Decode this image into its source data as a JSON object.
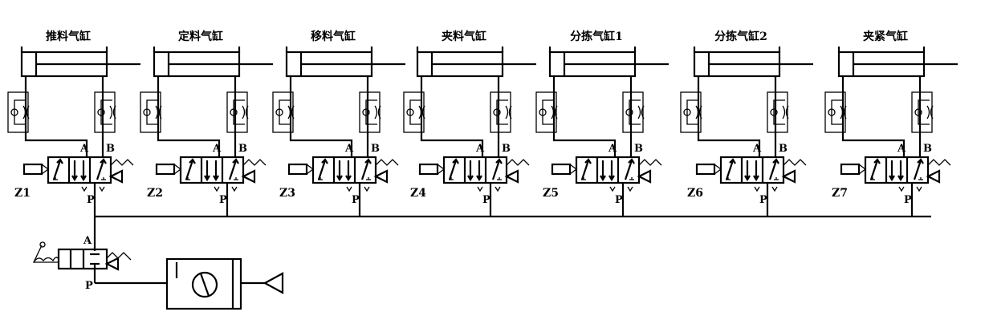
{
  "units": [
    {
      "cylinder": "推料气缸",
      "valve": "Z1"
    },
    {
      "cylinder": "定料气缸",
      "valve": "Z2"
    },
    {
      "cylinder": "移料气缸",
      "valve": "Z3"
    },
    {
      "cylinder": "夹料气缸",
      "valve": "Z4"
    },
    {
      "cylinder": "分拣气缸1",
      "valve": "Z5"
    },
    {
      "cylinder": "分拣气缸2",
      "valve": "Z6"
    },
    {
      "cylinder": "夹紧气缸",
      "valve": "Z7"
    }
  ],
  "port_labels": {
    "a": "A",
    "b": "B",
    "p": "P"
  },
  "manual_valve": {
    "port_a": "A",
    "port_p": "P"
  }
}
